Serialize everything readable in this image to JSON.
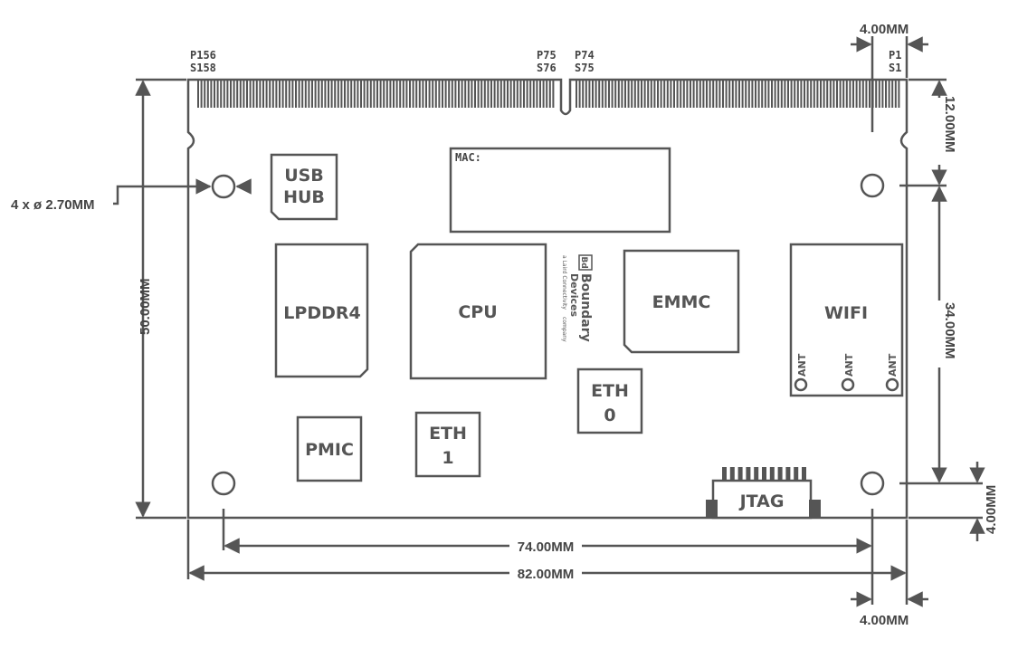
{
  "components": {
    "usb_hub": [
      "USB",
      "HUB"
    ],
    "lpddr4": "LPDDR4",
    "cpu": "CPU",
    "emmc": "EMMC",
    "wifi": "WIFI",
    "ant": "ANT",
    "eth0": [
      "ETH",
      "0"
    ],
    "eth1": [
      "ETH",
      "1"
    ],
    "pmic": "PMIC",
    "jtag": "JTAG",
    "mac": "MAC:"
  },
  "logo": {
    "mark": "Bd",
    "name1": "Boundary",
    "name2": "Devices",
    "tagline_a": "a Laird Connectivity",
    "tagline_b": "company"
  },
  "pins": {
    "left": [
      "P156",
      "S158"
    ],
    "mid_left": [
      "P75",
      "S76"
    ],
    "mid_right": [
      "P74",
      "S75"
    ],
    "right": [
      "P1",
      "S1"
    ]
  },
  "dimensions": {
    "hole": "4 x ø 2.70MM",
    "height": "50.00MM",
    "width_holes": "74.00MM",
    "width_total": "82.00MM",
    "top_offset": "4.00MM",
    "bottom_offset": "4.00MM",
    "right_top": "12.00MM",
    "right_mid": "34.00MM",
    "right_bottom": "4.00MM"
  }
}
